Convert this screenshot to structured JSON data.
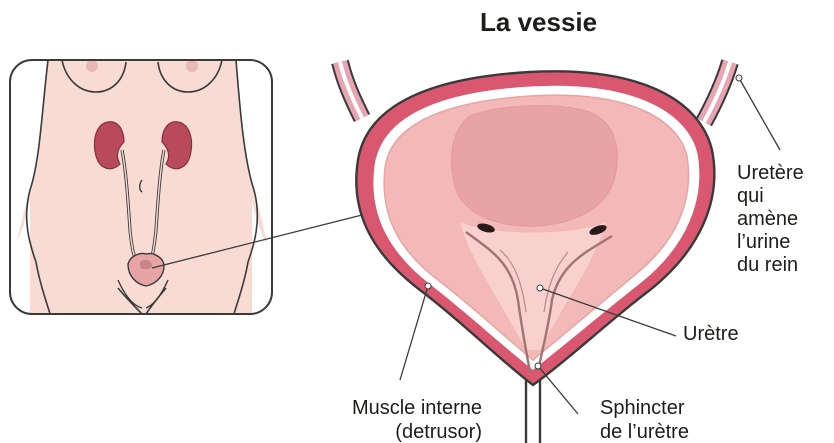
{
  "title": "La vessie",
  "labels": {
    "ureter": "Uretère\nqui\namène\nl’urine\ndu rein",
    "urethra": "Urètre",
    "muscle": "Muscle interne\n(detrusor)",
    "sphincter": "Sphincter\nde l’urètre"
  },
  "colors": {
    "skin": "#f8dcd4",
    "skin_outline": "#3a3a3a",
    "kidney": "#b84a5a",
    "bladder_wall": "#d9586f",
    "bladder_inner": "#f3b8b8",
    "bladder_light": "#f8d4d0",
    "mucosa_dark": "#e8a4a4",
    "leader_line": "#3a3a3a"
  }
}
